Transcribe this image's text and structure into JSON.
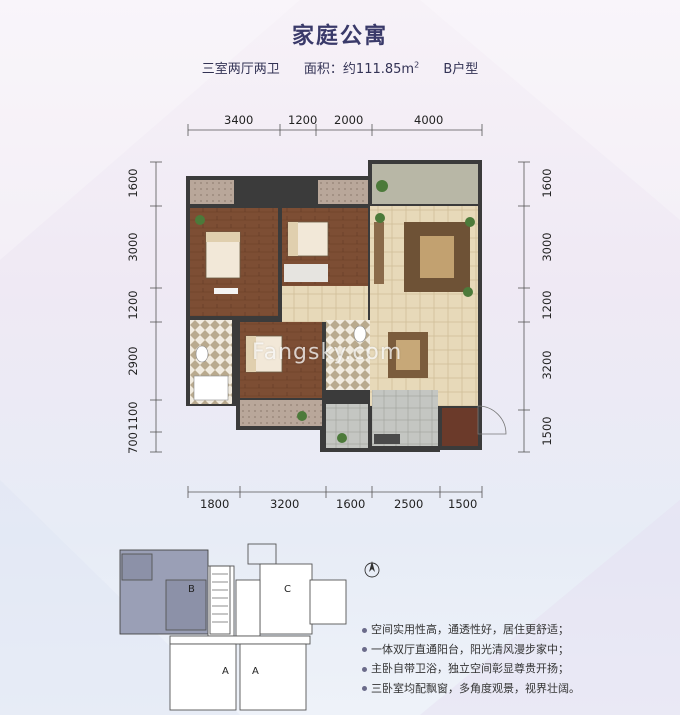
{
  "title": "家庭公寓",
  "subtitle": {
    "rooms": "三室两厅两卫",
    "area_label": "面积：约111.85m",
    "area_sup": "2",
    "type": "B户型"
  },
  "dimensions": {
    "top": [
      "3400",
      "1200",
      "2000",
      "4000"
    ],
    "bottom": [
      "1800",
      "3200",
      "1600",
      "2500",
      "1500"
    ],
    "left": [
      "1600",
      "3000",
      "1200",
      "2900",
      "1100",
      "700"
    ],
    "right": [
      "1600",
      "3000",
      "1200",
      "3200",
      "1500"
    ]
  },
  "watermark": "Fangsky.com",
  "keyplan": {
    "labels": [
      "B",
      "C",
      "A",
      "A"
    ]
  },
  "features": [
    "空间实用性高，通透性好，居住更舒适；",
    "一体双厅直通阳台，阳光清风漫步家中；",
    "主卧自带卫浴，独立空间彰显尊贵开扬；",
    "三卧室均配飘窗，多角度观景，视界壮阔。"
  ],
  "colors": {
    "wall": "#3a3a3a",
    "wood_floor": "#8a5a3c",
    "tile_floor": "#e8dcc0",
    "keyplan_highlight": "#9a9fb6"
  }
}
